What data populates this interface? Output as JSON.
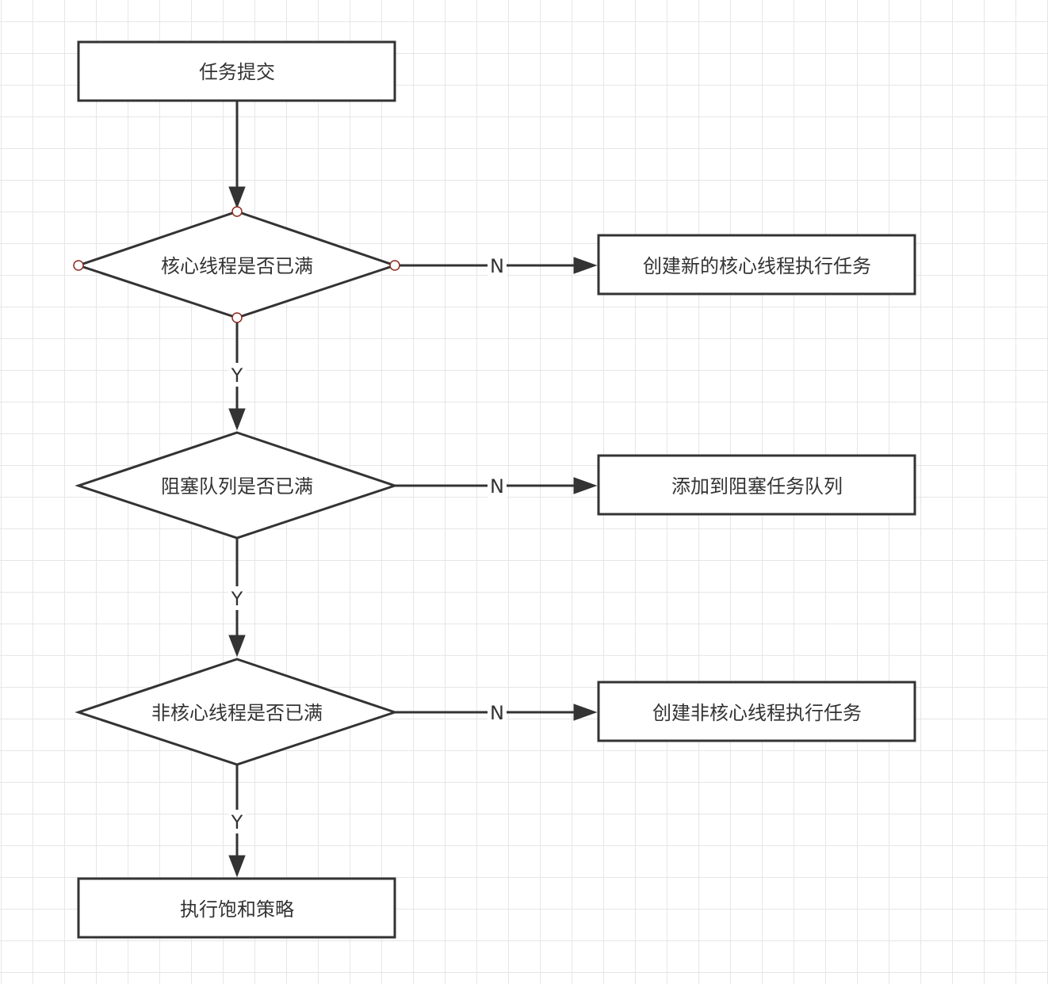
{
  "nodes": {
    "submit": "任务提交",
    "core_full": "核心线程是否已满",
    "create_core": "创建新的核心线程执行任务",
    "queue_full": "阻塞队列是否已满",
    "add_queue": "添加到阻塞任务队列",
    "noncore_full": "非核心线程是否已满",
    "create_noncore": "创建非核心线程执行任务",
    "reject": "执行饱和策略"
  },
  "edges": {
    "yes": "Y",
    "no": "N"
  },
  "colors": {
    "stroke": "#333333",
    "grid": "#e6e6e6",
    "handle": "#8b2a20"
  }
}
